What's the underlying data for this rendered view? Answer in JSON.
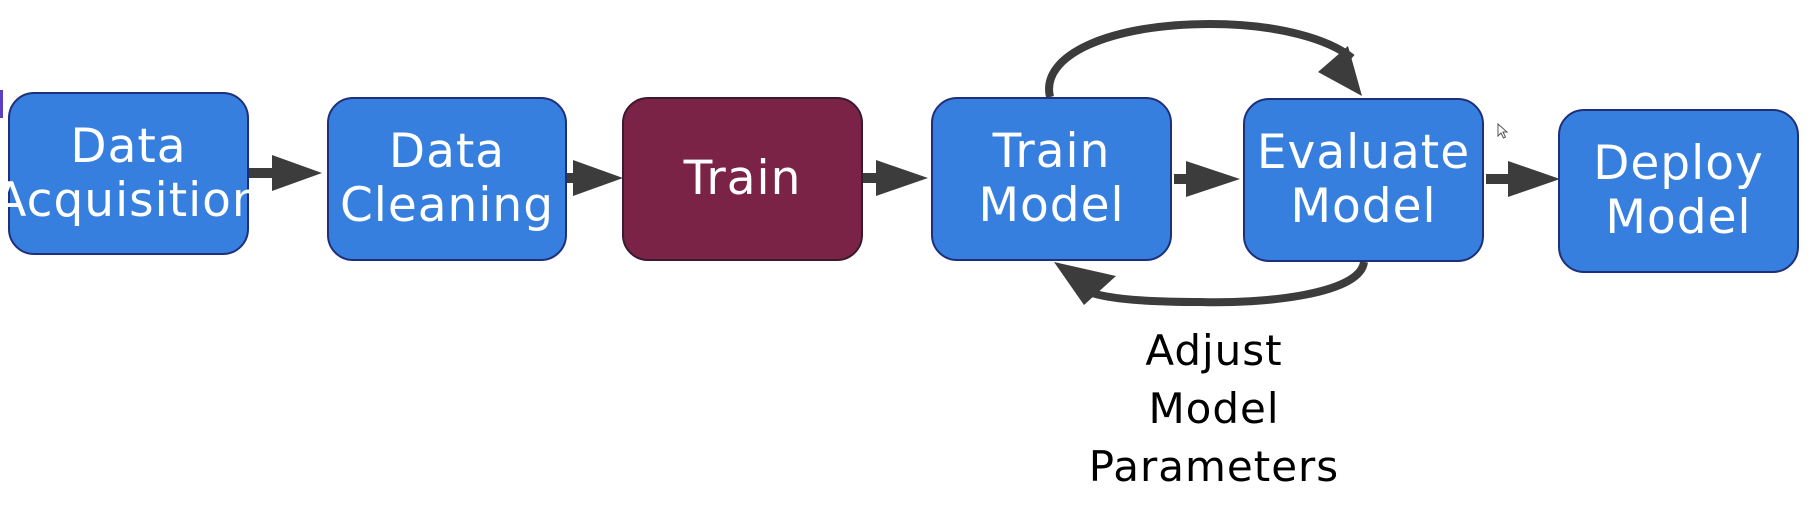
{
  "diagram": {
    "stages": [
      {
        "id": "data-acquisition",
        "label": "Data\nAcquisition",
        "color": "#377fdf"
      },
      {
        "id": "data-cleaning",
        "label": "Data\nCleaning",
        "color": "#377fdf"
      },
      {
        "id": "train",
        "label": "Train",
        "color": "#7b2347"
      },
      {
        "id": "train-model",
        "label": "Train\nModel",
        "color": "#377fdf"
      },
      {
        "id": "evaluate-model",
        "label": "Evaluate\nModel",
        "color": "#377fdf"
      },
      {
        "id": "deploy-model",
        "label": "Deploy\nModel",
        "color": "#377fdf"
      }
    ],
    "feedback_label": "Adjust\nModel\nParameters",
    "arrow_color": "#3c3c3c",
    "cursor_icon": "mouse-pointer-icon"
  }
}
